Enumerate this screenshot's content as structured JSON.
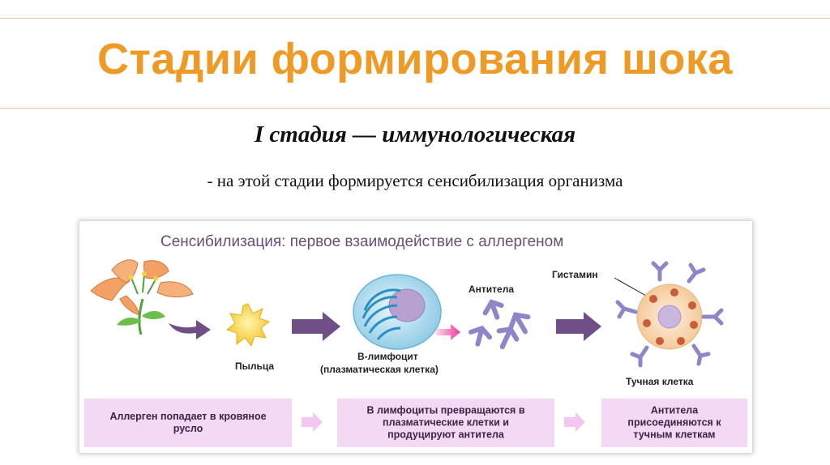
{
  "slide": {
    "title": "Стадии формирования шока",
    "stage_heading": "I стадия — иммунологическая",
    "description": "- на этой стадии формируется сенсибилизация организма"
  },
  "figure": {
    "title": "Сенсибилизация: первое взаимодействие с аллергеном",
    "labels": {
      "pollen": "Пыльца",
      "b_cell_1": "B-лимфоцит",
      "b_cell_2": "(плазматическая клетка)",
      "antibodies": "Антитела",
      "histamine": "Гистамин",
      "mast_cell": "Тучная клетка"
    },
    "steps": [
      {
        "lines": [
          "Аллерген попадает в кровяное",
          "русло"
        ]
      },
      {
        "lines": [
          "В лимфоциты превращаются в",
          "плазматические клетки и",
          "продуцируют антитела"
        ]
      },
      {
        "lines": [
          "Антитела",
          "присоединяются к",
          "тучным клеткам"
        ]
      }
    ],
    "colors": {
      "title": "#6a4d78",
      "arrow": "#6f4f86",
      "box_fill": "#f3d9f3",
      "box_arrow": "#f4c7f0",
      "antibody": "#8d86c9",
      "pollen": "#f6d23e",
      "b_cell": "#7fc7e8",
      "mast_cell": "#f7d6b0",
      "granule": "#c75e3a"
    }
  }
}
